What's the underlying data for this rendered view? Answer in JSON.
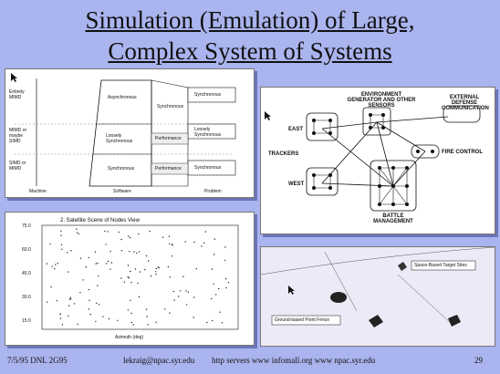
{
  "slide": {
    "title_line1": "Simulation (Emulation) of Large,",
    "title_line2": "Complex System of Systems",
    "page_number": "29",
    "footer_date": "7/5/95 DNL 2G95",
    "footer_email": "lekraig@npac.syr.edu",
    "footer_urls": "http servers  www infomall.org  www npac.syr.edu"
  },
  "diagram1": {
    "left_labels": [
      "Entirely MIMD",
      "MIMD or maybe SIMD",
      "SIMD or MIMD"
    ],
    "bottom_labels": [
      "Machine",
      "Software",
      "Problem"
    ],
    "boxes": [
      "Asynchronous",
      "Loosely Synchronous",
      "Synchronous"
    ],
    "right_boxes": [
      "Synchronous",
      "Loosely Synchronous",
      "Synchronous"
    ],
    "mid_labels": [
      "Synchronous",
      "Performance",
      "Performance"
    ]
  },
  "diagram2": {
    "top_label": "ENVIRONMENT GENERATOR AND OTHER SENSORS",
    "external_label": "EXTERNAL DEFENSE COMMUNICATION",
    "east": "EAST",
    "west": "WEST",
    "trackers": "TRACKERS",
    "fire_control": "FIRE CONTROL",
    "battle": "BATTLE MANAGEMENT"
  },
  "plot": {
    "title": "2. Satellite Scene of Nodes View",
    "xlabel": "Azimuth (deg)",
    "y_ticks": [
      "75.0",
      "60.0",
      "45.0",
      "30.0",
      "15.0"
    ]
  },
  "scene": {
    "label_top": "Space-Based Target Sites",
    "label_bottom": "Ground-based Point Fence"
  }
}
